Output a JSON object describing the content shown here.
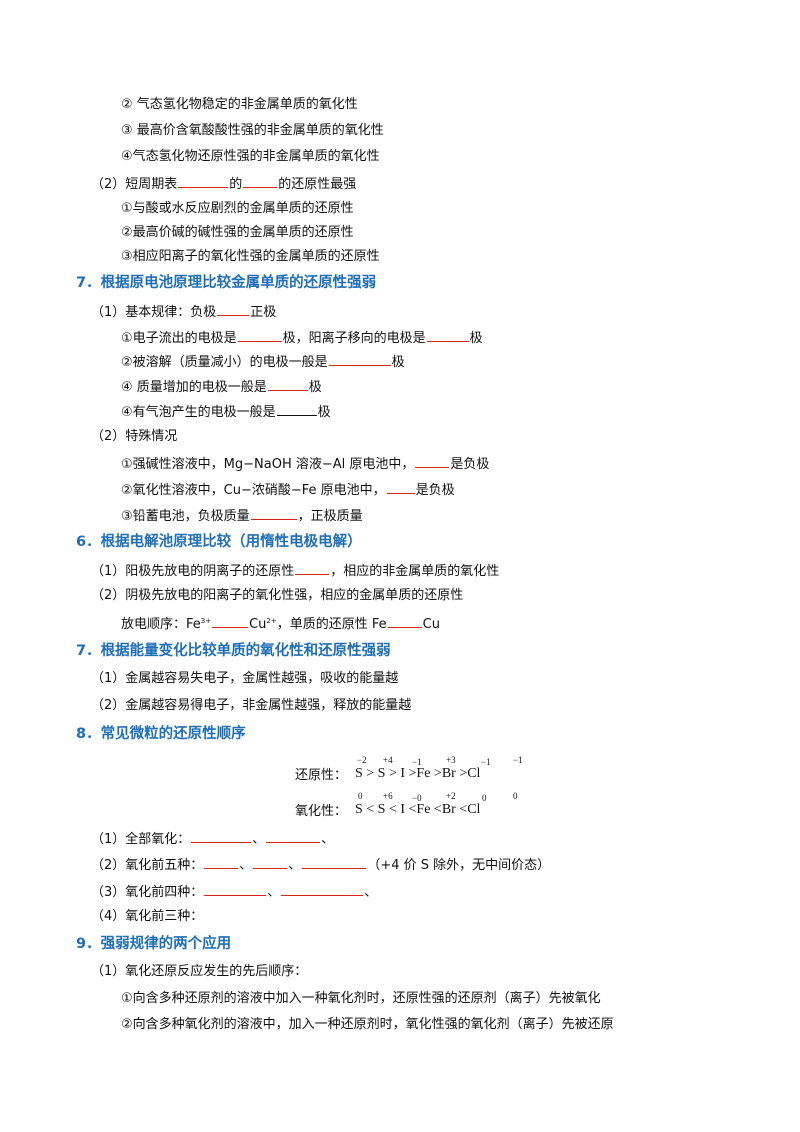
{
  "lines": {
    "a2": "② 气态氢化物稳定的非金属单质的氧化性",
    "a3": "③ 最高价含氧酸酸性强的非金属单质的氧化性",
    "a4": "④气态氢化物还原性强的非金属单质的氧化性",
    "b_pre": "（2）短周期表",
    "b_mid": "的",
    "b_post": "的还原性最强",
    "b1": "①与酸或水反应剧烈的金属单质的还原性",
    "b2": "②最高价碱的碱性强的金属单质的还原性",
    "b3": "③相应阳离子的氧化性强的金属单质的还原性"
  },
  "s7a": {
    "heading": "7．根据原电池原理比较金属单质的还原性强弱",
    "basic_pre": "（1）基本规律：负极",
    "basic_post": "正极",
    "i1_pre": "①电子流出的电极是",
    "i1_mid": "极，阳离子移向的电极是",
    "i1_post": "极",
    "i2_pre": "②被溶解（质量减小）的电极一般是",
    "i2_post": "极",
    "i3_pre": "④ 质量增加的电极一般是",
    "i3_post": "极",
    "i4_pre": "④有气泡产生的电极一般是",
    "i4_post": "极",
    "special": "（2）特殊情况",
    "s1_pre": "①强碱性溶液中，Mg−NaOH 溶液−Al 原电池中，",
    "s1_post": "是负极",
    "s2_pre": "②氧化性溶液中，Cu−浓硝酸−Fe 原电池中，",
    "s2_post": "是负极",
    "s3_pre": "③铅蓄电池，负极质量",
    "s3_post": "，正极质量"
  },
  "s6": {
    "heading": "6．根据电解池原理比较（用惰性电极电解）",
    "l1_pre": "（1）阳极先放电的阴离子的还原性",
    "l1_post": "，相应的非金属单质的氧化性",
    "l2": "（2）阴极先放电的阳离子的氧化性强，相应的金属单质的还原性",
    "l3_pre": "放电顺序：Fe",
    "l3_sup1": "3+",
    "l3_cu": "Cu",
    "l3_sup2": "2+",
    "l3_mid": "，单质的还原性 Fe",
    "l3_end": "Cu"
  },
  "s7b": {
    "heading": "7．根据能量变化比较单质的氧化性和还原性强弱",
    "l1": "（1）金属越容易失电子，金属性越强，吸收的能量越",
    "l2": "（2）金属越容易得电子，非金属性越强，释放的能量越"
  },
  "s8": {
    "heading": "8．常见微粒的还原性顺序",
    "red_label": "还原性：",
    "red_eq": "S > S > I >Fe >Br >Cl",
    "red_ox": [
      "−2",
      "+4",
      "−1",
      "+3",
      "−1",
      "−1"
    ],
    "ox_label": "氧化性：",
    "ox_eq": "S < S < I <Fe <Br <Cl",
    "ox_ox": [
      "0",
      "+6",
      "−0",
      "+2",
      "0",
      "0"
    ],
    "q1": "（1）全部氧化：",
    "q2": "（2）氧化前五种：",
    "q2_note": "（+4 价 S 除外，无中间价态）",
    "q3": "（3）氧化前四种：",
    "q4": "（4）氧化前三种：",
    "sep": "、"
  },
  "s9": {
    "heading": "9．强弱规律的两个应用",
    "l1": "（1）氧化还原反应发生的先后顺序：",
    "l2": "①向含多种还原剂的溶液中加入一种氧化剂时，还原性强的还原剂（离子）先被氧化",
    "l3": "②向含多种氧化剂的溶液中，加入一种还原剂时，氧化性强的氧化剂（离子）先被还原"
  }
}
